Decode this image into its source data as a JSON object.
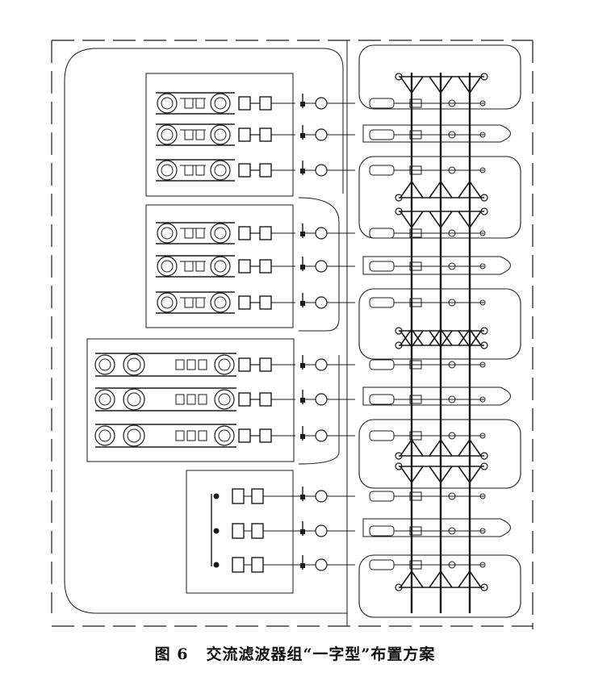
{
  "caption": {
    "figure_label": "图 6",
    "title": "交流滤波器组“一字型”布置方案"
  },
  "diagram": {
    "filter_groups": 4,
    "filter_branches_per_group": 3,
    "busbar_lines": 3,
    "colors": {
      "line": "#1a1a1a",
      "background": "#ffffff"
    }
  }
}
